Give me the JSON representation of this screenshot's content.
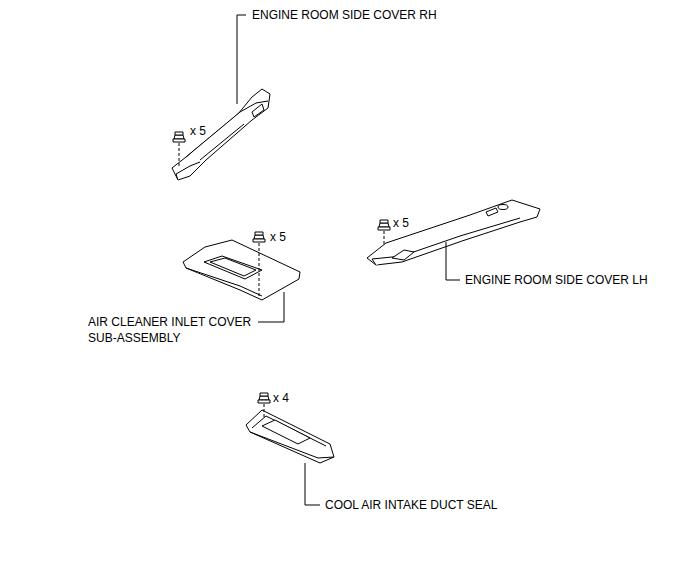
{
  "diagram": {
    "labels": [
      "ENGINE ROOM SIDE COVER RH",
      "x 5",
      "x 5",
      "x 5",
      "ENGINE ROOM SIDE COVER LH",
      "AIR CLEANER INLET COVER SUB-ASSEMBLY",
      "x 4",
      "COOL AIR INTAKE DUCT SEAL"
    ]
  }
}
